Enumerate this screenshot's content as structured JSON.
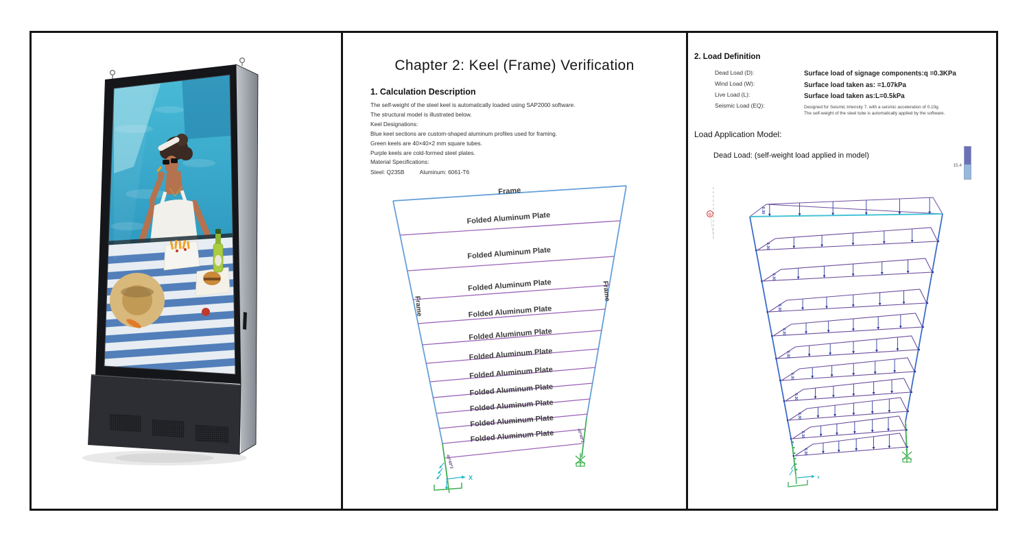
{
  "page": {
    "background": "#ffffff",
    "border_color": "#141414"
  },
  "left_panel": {
    "description": "Photo of an outdoor digital signage totem showing a poolside picnic advertisement",
    "colors": {
      "cabinet_front": "#15161a",
      "cabinet_side": "#8a8f96",
      "base": "#2c2e33",
      "pool_water": "#2ba4c8",
      "tablecloth_blue": "#4273b4",
      "straw_hat": "#d8b87b",
      "bottle_green": "#a9cc40"
    }
  },
  "middle_panel": {
    "title": "Chapter 2: Keel (Frame) Verification",
    "section_heading": "1. Calculation Description",
    "paragraphs": [
      "The self-weight of the steel keel is automatically loaded using SAP2000 software.",
      "The structural model is illustrated below.",
      "Keel Designations:",
      "Blue keel sections are custom-shaped aluminum profiles used for framing.",
      "Green keels are 40×40×2 mm square tubes.",
      "Purple keels are cold-formed steel plates.",
      "Material Specifications:"
    ],
    "materials": {
      "steel": "Steel: Q235B",
      "aluminum": "Aluminum: 6061-T6"
    },
    "diagram": {
      "type": "keel-frame-elevation",
      "frame_label": "Frame",
      "plate_label": "Folded Aluminum Plate",
      "plate_rows": 11,
      "tube_label": "40*40*2",
      "axis_label": "X",
      "colors": {
        "frame": "#64a0d8",
        "plate": "#9a63b8",
        "tube": "#3fae52",
        "axis": "#27b6c9",
        "text": "#3b3b3b",
        "tube_text": "#6a4d8a"
      }
    }
  },
  "right_panel": {
    "section_heading": "2. Load Definition",
    "load_rows": [
      {
        "label": "Dead Load (D):",
        "value": "Surface load of signage components:q =0.3KPa"
      },
      {
        "label": "Wind Load (W):",
        "value": "Surface load taken as: =1.07kPa"
      },
      {
        "label": "Live Load (L):",
        "value": "Surface load taken as:L=0.5kPa"
      },
      {
        "label": "Seismic Load (EQ):",
        "value_lines": [
          "Designed for Seismic Intensity 7, with a seismic acceleration of 0.10g.",
          "The self-weight of the steel tube is automatically applied by the software."
        ]
      }
    ],
    "model_heading": "Load Application Model:",
    "model_caption": "Dead Load: (self-weight load applied in model)",
    "legend": {
      "value": "15.4",
      "top_color": "#6a71b8",
      "bottom_color": "#94bade"
    },
    "diagram": {
      "type": "sap2000-dead-load-model",
      "shelf_rows": 10,
      "load_label": "0.30",
      "grid_marker": "G",
      "axis_label": "x",
      "colors": {
        "column": "#3a6cc8",
        "top_chord": "#45c3d8",
        "shelf": "#6b4d9e",
        "arrow": "#2b3a9c",
        "support": "#3fae52",
        "marker": "#cc4040",
        "grid_line": "#bdbdbd"
      }
    }
  }
}
